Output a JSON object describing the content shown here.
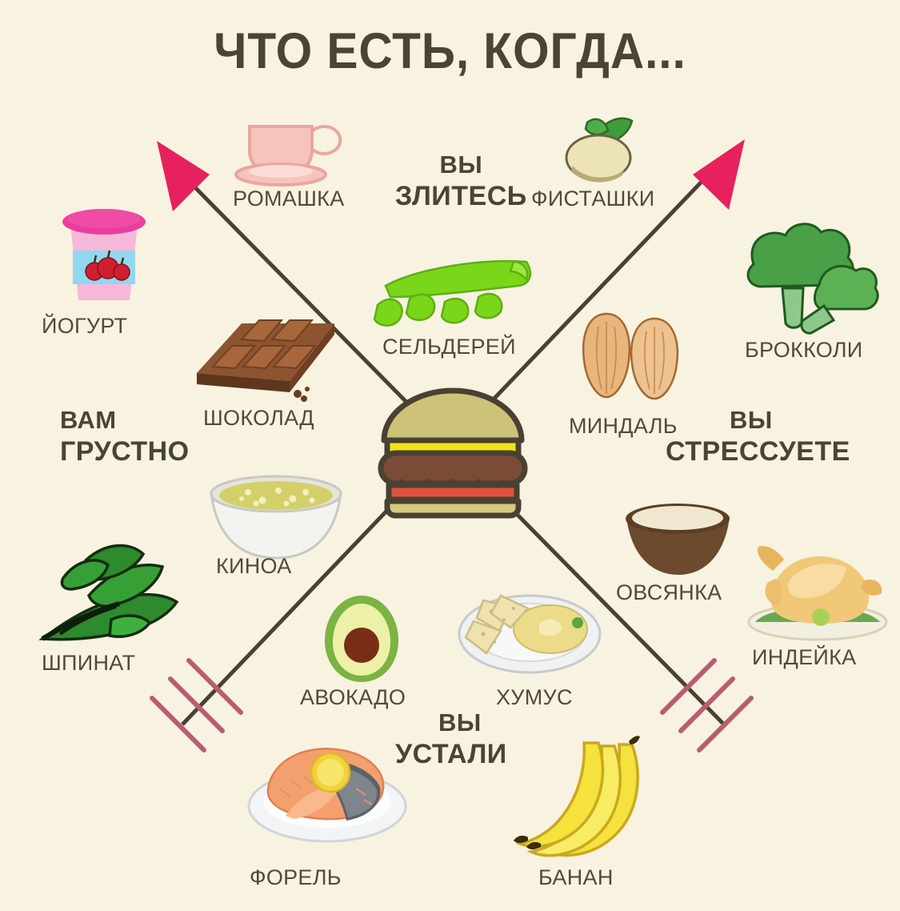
{
  "poster": {
    "title": "ЧТО ЕСТЬ, КОГДА...",
    "background_color": "#f8f2e0",
    "text_color": "#494433",
    "arrow_color": "#e02060",
    "shaft_color": "#4a4133",
    "fletching_color": "#b05a70"
  },
  "moods": [
    {
      "id": "angry",
      "line1": "ВЫ",
      "line2": "ЗЛИТЕСЬ"
    },
    {
      "id": "sad",
      "line1": "ВАМ",
      "line2": "ГРУСТНО"
    },
    {
      "id": "stress",
      "line1": "ВЫ",
      "line2": "СТРЕССУЕТЕ"
    },
    {
      "id": "tired",
      "line1": "ВЫ",
      "line2": "УСТАЛИ"
    }
  ],
  "foods": {
    "chamomile": "РОМАШКА",
    "pistachio": "ФИСТАШКИ",
    "yogurt": "ЙОГУРТ",
    "broccoli": "БРОККОЛИ",
    "celery": "СЕЛЬДЕРЕЙ",
    "chocolate": "ШОКОЛАД",
    "almond": "МИНДАЛЬ",
    "quinoa": "КИНОА",
    "oatmeal": "ОВСЯНКА",
    "spinach": "ШПИНАТ",
    "turkey": "ИНДЕЙКА",
    "avocado": "АВОКАДО",
    "hummus": "ХУМУС",
    "trout": "ФОРЕЛЬ",
    "banana": "БАНАН"
  },
  "chart_data": {
    "type": "diagram",
    "title": "ЧТО ЕСТЬ, КОГДА...",
    "center_icon": "hamburger",
    "layout": "two crossing arrows forming an X, four mood quadrants",
    "quadrants": [
      {
        "mood": "ВЫ ЗЛИТЕСЬ",
        "position": "top",
        "foods": [
          "РОМАШКА",
          "ФИСТАШКИ",
          "СЕЛЬДЕРЕЙ"
        ]
      },
      {
        "mood": "ВАМ ГРУСТНО",
        "position": "left",
        "foods": [
          "ЙОГУРТ",
          "ШОКОЛАД",
          "КИНОА",
          "ШПИНАТ"
        ]
      },
      {
        "mood": "ВЫ СТРЕССУЕТЕ",
        "position": "right",
        "foods": [
          "БРОККОЛИ",
          "МИНДАЛЬ",
          "ОВСЯНКА",
          "ИНДЕЙКА"
        ]
      },
      {
        "mood": "ВЫ УСТАЛИ",
        "position": "bottom",
        "foods": [
          "АВОКАДО",
          "ХУМУС",
          "ФОРЕЛЬ",
          "БАНАН"
        ]
      }
    ]
  }
}
